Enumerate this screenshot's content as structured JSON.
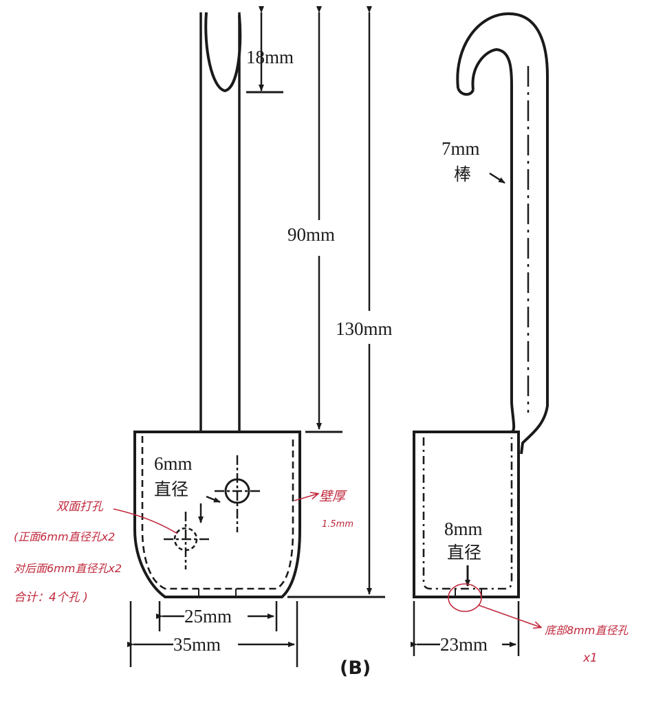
{
  "colors": {
    "ink": "#1a1a1a",
    "annotation": "#c0283c",
    "paper": "#ffffff"
  },
  "dimensions": {
    "hook_depth": "18mm",
    "handle_length": "90mm",
    "total_height": "130mm",
    "inner_width_front": "25mm",
    "outer_width_front": "35mm",
    "side_width": "23mm"
  },
  "labels": {
    "front_hole_size": "6mm",
    "front_hole_word": "直径",
    "rod_size": "7mm",
    "rod_word": "棒",
    "bottom_hole_size": "8mm",
    "bottom_hole_word": "直径",
    "caption": "(B)"
  },
  "handwritten": {
    "double_side_holes": "双面打孔",
    "front_face": "(正面6mm直径孔x2",
    "back_face": "对后面6mm直径孔x2",
    "total": "合计：4个孔 )",
    "wall_thickness": "壁厚",
    "wall_thickness_value": "1.5mm",
    "bottom_hole": "底部8mm直径孔",
    "bottom_hole_count": "x1"
  }
}
